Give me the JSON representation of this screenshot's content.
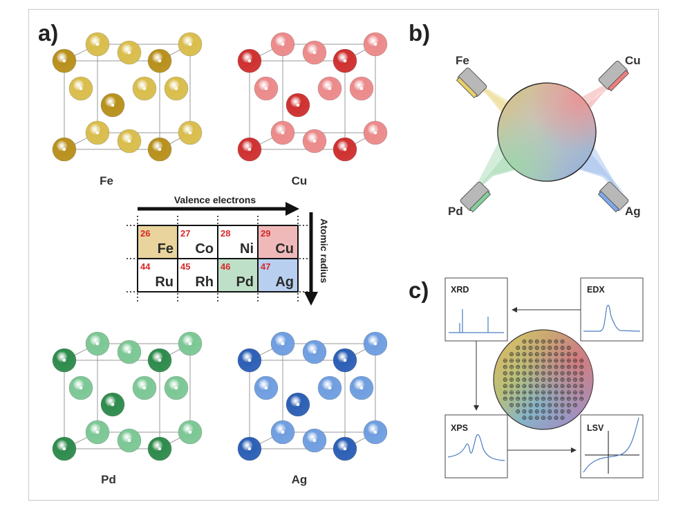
{
  "panels": {
    "a": "a)",
    "b": "b)",
    "c": "c)"
  },
  "lattices": [
    {
      "element": "Fe",
      "color": "#b8901c",
      "light": "#d9bd4c"
    },
    {
      "element": "Cu",
      "color": "#cf3030",
      "light": "#ec8a8a"
    },
    {
      "element": "Pd",
      "color": "#2e8b4c",
      "light": "#7cc795"
    },
    {
      "element": "Ag",
      "color": "#2c5fb5",
      "light": "#6f9ee0"
    }
  ],
  "periodic_table": {
    "row_arrow_label": "Valence electrons",
    "col_arrow_label": "Atomic radius",
    "cells": [
      {
        "number": "26",
        "symbol": "Fe",
        "fill": "#e8d49c"
      },
      {
        "number": "27",
        "symbol": "Co",
        "fill": "#ffffff"
      },
      {
        "number": "28",
        "symbol": "Ni",
        "fill": "#ffffff"
      },
      {
        "number": "29",
        "symbol": "Cu",
        "fill": "#f0b9b9"
      },
      {
        "number": "44",
        "symbol": "Ru",
        "fill": "#ffffff"
      },
      {
        "number": "45",
        "symbol": "Rh",
        "fill": "#ffffff"
      },
      {
        "number": "46",
        "symbol": "Pd",
        "fill": "#bfe0c8"
      },
      {
        "number": "47",
        "symbol": "Ag",
        "fill": "#b9cff0"
      }
    ]
  },
  "sputter_targets": [
    {
      "label": "Fe",
      "color": "#e7cf6a"
    },
    {
      "label": "Cu",
      "color": "#ef7e7e"
    },
    {
      "label": "Pd",
      "color": "#86cf9c"
    },
    {
      "label": "Ag",
      "color": "#7ea8e8"
    }
  ],
  "characterization": {
    "xrd": "XRD",
    "edx": "EDX",
    "xps": "XPS",
    "lsv": "LSV"
  }
}
